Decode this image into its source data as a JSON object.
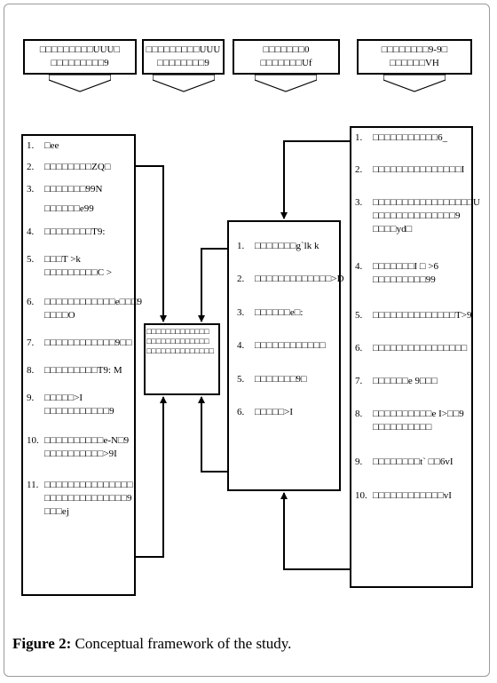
{
  "headers": [
    {
      "lines": [
        "□□□□□□□□□UUU□",
        "□□□□□□□□□9"
      ]
    },
    {
      "lines": [
        "□□□□□□□□□UUU",
        "□□□□□□□□9"
      ]
    },
    {
      "lines": [
        "□□□□□□□0",
        "□□□□□□□Uf"
      ]
    },
    {
      "lines": [
        "□□□□□□□□9-9□",
        "□□□□□□VH"
      ]
    }
  ],
  "left_box": {
    "items": [
      {
        "num": "1.",
        "lines": [
          "□ee"
        ]
      },
      {
        "num": "2.",
        "lines": [
          "□□□□□□□□ZQ□"
        ]
      },
      {
        "num": "3.",
        "lines": [
          "□□□□□□□99N",
          "□□□□□□e99"
        ]
      },
      {
        "num": "4.",
        "lines": [
          "□□□□□□□□T9:"
        ]
      },
      {
        "num": "5.",
        "lines": [
          "□□□T >k",
          "□□□□□□□□□C >"
        ]
      },
      {
        "num": "6.",
        "lines": [
          "□□□□□□□□□□□□e□□□9",
          "□□□□O"
        ]
      },
      {
        "num": "7.",
        "lines": [
          "□□□□□□□□□□□□9□□"
        ]
      },
      {
        "num": "8.",
        "lines": [
          "□□□□□□□□□T9: M"
        ]
      },
      {
        "num": "9.",
        "lines": [
          "□□□□□>I",
          "□□□□□□□□□□□9"
        ]
      },
      {
        "num": "10.",
        "lines": [
          "□□□□□□□□□□e-N□9",
          "□□□□□□□□□□>9I"
        ]
      },
      {
        "num": "11.",
        "lines": [
          "□□□□□□□□□□□□□□□",
          "□□□□□□□□□□□□□□9",
          "□□□ej"
        ]
      }
    ]
  },
  "middle_box": {
    "items": [
      {
        "num": "1.",
        "lines": [
          "□□□□□□□g`lk k"
        ]
      },
      {
        "num": "2.",
        "lines": [
          "□□□□□□□□□□□□□>D"
        ]
      },
      {
        "num": "3.",
        "lines": [
          "□□□□□□e□:"
        ]
      },
      {
        "num": "4.",
        "lines": [
          "□□□□□□□□□□□□"
        ]
      },
      {
        "num": "5.",
        "lines": [
          "□□□□□□□9□"
        ]
      },
      {
        "num": "6.",
        "lines": [
          "□□□□□>I"
        ]
      }
    ]
  },
  "center_box": {
    "lines": [
      "□□□□□□□□□□□□□",
      "□□□□□□□□□□□□□",
      "□□□□□□□□□□□□□□"
    ]
  },
  "right_box": {
    "items": [
      {
        "num": "1.",
        "lines": [
          "□□□□□□□□□□□6_"
        ]
      },
      {
        "num": "2.",
        "lines": [
          "□□□□□□□□□□□□□□□I"
        ]
      },
      {
        "num": "3.",
        "lines": [
          "□□□□□□□□□□□□□□□□□U",
          "□□□□□□□□□□□□□□9",
          "□□□□yd□"
        ]
      },
      {
        "num": "4.",
        "lines": [
          "□□□□□□□I □ >6",
          "□□□□□□□□□99"
        ]
      },
      {
        "num": "5.",
        "lines": [
          "□□□□□□□□□□□□□□T>9"
        ]
      },
      {
        "num": "6.",
        "lines": [
          "□□□□□□□□□□□□□□□□"
        ]
      },
      {
        "num": "7.",
        "lines": [
          "□□□□□□e 9□□□"
        ]
      },
      {
        "num": "8.",
        "lines": [
          "□□□□□□□□□□e I>□□9",
          "□□□□□□□□□□"
        ]
      },
      {
        "num": "9.",
        "lines": [
          "□□□□□□□□t` □□6vI"
        ]
      },
      {
        "num": "10.",
        "lines": [
          "□□□□□□□□□□□□vI"
        ]
      }
    ]
  },
  "caption": {
    "label": "Figure 2:",
    "text": " Conceptual framework of the study."
  }
}
